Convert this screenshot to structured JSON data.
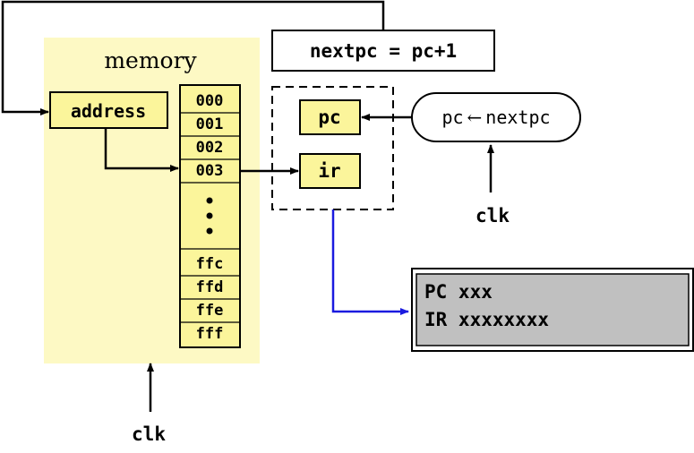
{
  "memory": {
    "title": "memory",
    "address_label": "address",
    "cells_top": [
      "000",
      "001",
      "002",
      "003"
    ],
    "cells_bottom": [
      "ffc",
      "ffd",
      "ffe",
      "fff"
    ]
  },
  "nextpc_label": "nextpc = pc+1",
  "registers": {
    "pc": "pc",
    "ir": "ir"
  },
  "update": {
    "left": "pc",
    "arrow": "←",
    "right": "nextpc"
  },
  "clk_label": "clk",
  "display": {
    "line1": "PC xxx",
    "line2": "IR xxxxxxxx"
  },
  "colors": {
    "memory_panel": "#fdf9c4",
    "register_fill": "#fbf59b",
    "display_fill": "#c0c0c0",
    "display_wire": "#1a1adf"
  }
}
